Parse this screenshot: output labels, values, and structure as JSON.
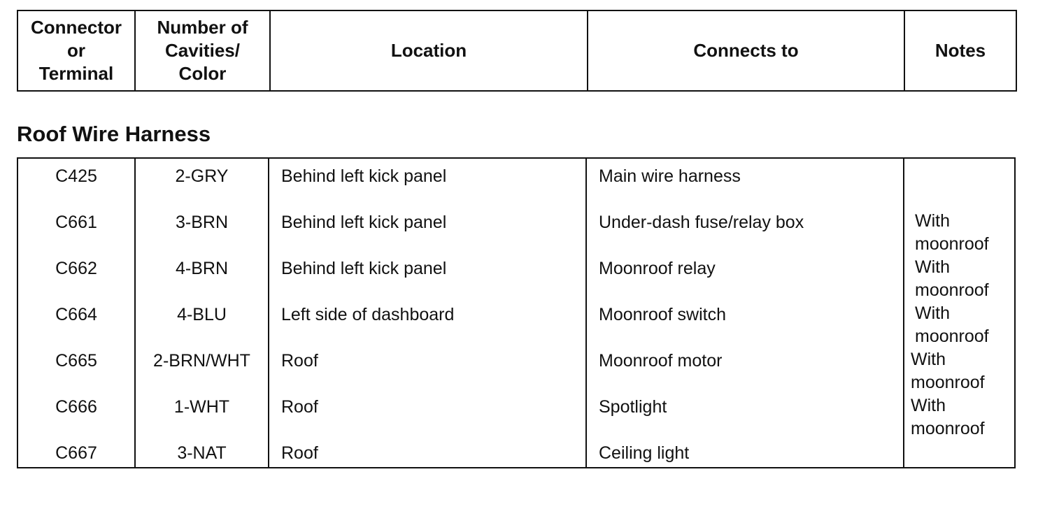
{
  "header": {
    "columns": [
      "Connector\nor\nTerminal",
      "Number of\nCavities/\nColor",
      "Location",
      "Connects to",
      "Notes"
    ]
  },
  "section_title": "Roof Wire Harness",
  "rows": [
    {
      "connector": "C425",
      "cavities": "2-GRY",
      "location": "Behind left kick panel",
      "connects_to": "Main wire harness",
      "notes": ""
    },
    {
      "connector": "C661",
      "cavities": "3-BRN",
      "location": "Behind left kick panel",
      "connects_to": "Under-dash fuse/relay box",
      "notes": "With\nmoonroof"
    },
    {
      "connector": "C662",
      "cavities": "4-BRN",
      "location": "Behind left kick panel",
      "connects_to": "Moonroof relay",
      "notes": "With\nmoonroof"
    },
    {
      "connector": "C664",
      "cavities": "4-BLU",
      "location": "Left side of dashboard",
      "connects_to": "Moonroof switch",
      "notes": "With\nmoonroof"
    },
    {
      "connector": "C665",
      "cavities": "2-BRN/WHT",
      "location": "Roof",
      "connects_to": "Moonroof motor",
      "notes": "With\nmoonroof"
    },
    {
      "connector": "C666",
      "cavities": "1-WHT",
      "location": "Roof",
      "connects_to": "Spotlight",
      "notes": "With\nmoonroof"
    },
    {
      "connector": "C667",
      "cavities": "3-NAT",
      "location": "Roof",
      "connects_to": "Ceiling light",
      "notes": ""
    }
  ]
}
